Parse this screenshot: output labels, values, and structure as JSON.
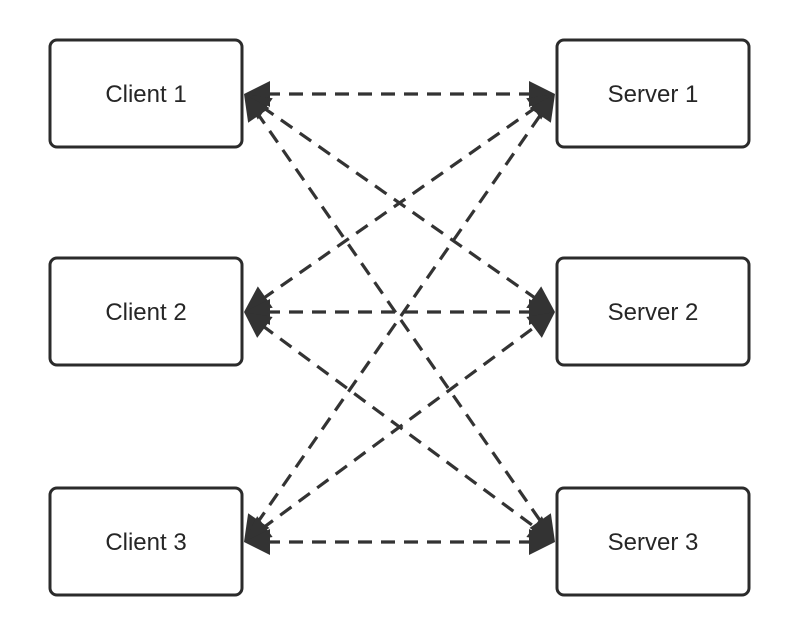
{
  "diagram": {
    "colors": {
      "node_border": "#2b2b2b",
      "node_fill": "#ffffff",
      "edge": "#333333",
      "text": "#262626"
    },
    "edge_style": "dashed, arrowheads at both ends",
    "clients": [
      {
        "id": "client1",
        "label": "Client 1"
      },
      {
        "id": "client2",
        "label": "Client 2"
      },
      {
        "id": "client3",
        "label": "Client 3"
      }
    ],
    "servers": [
      {
        "id": "server1",
        "label": "Server 1"
      },
      {
        "id": "server2",
        "label": "Server 2"
      },
      {
        "id": "server3",
        "label": "Server 3"
      }
    ],
    "connections": [
      {
        "from": "client1",
        "to": "server1"
      },
      {
        "from": "client1",
        "to": "server2"
      },
      {
        "from": "client1",
        "to": "server3"
      },
      {
        "from": "client2",
        "to": "server1"
      },
      {
        "from": "client2",
        "to": "server2"
      },
      {
        "from": "client2",
        "to": "server3"
      },
      {
        "from": "client3",
        "to": "server1"
      },
      {
        "from": "client3",
        "to": "server2"
      },
      {
        "from": "client3",
        "to": "server3"
      }
    ]
  }
}
